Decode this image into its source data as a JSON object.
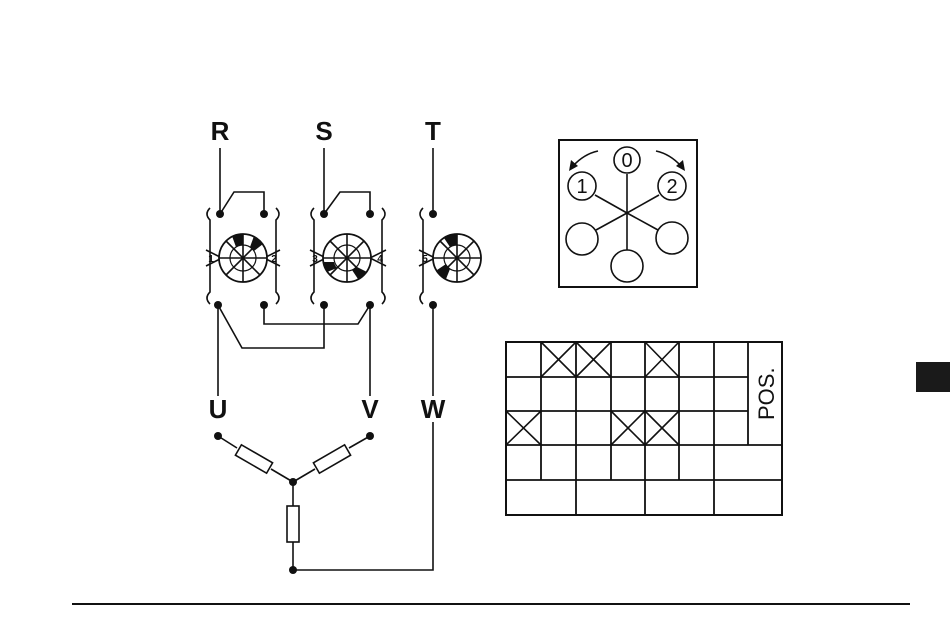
{
  "diagram": {
    "supply_labels": [
      "R",
      "S",
      "T"
    ],
    "load_labels": [
      "U",
      "V",
      "W"
    ],
    "contact_numbers": [
      "1",
      "2",
      "3",
      "4",
      "5"
    ],
    "selector_positions": [
      "0",
      "1",
      "2"
    ],
    "table_header": "POS.",
    "table_marks": [
      [
        1,
        2,
        4
      ],
      [],
      [
        0,
        3,
        4
      ],
      []
    ]
  },
  "colors": {
    "ink": "#111111",
    "background": "#ffffff",
    "tab_marker": "#1a1a1a"
  }
}
